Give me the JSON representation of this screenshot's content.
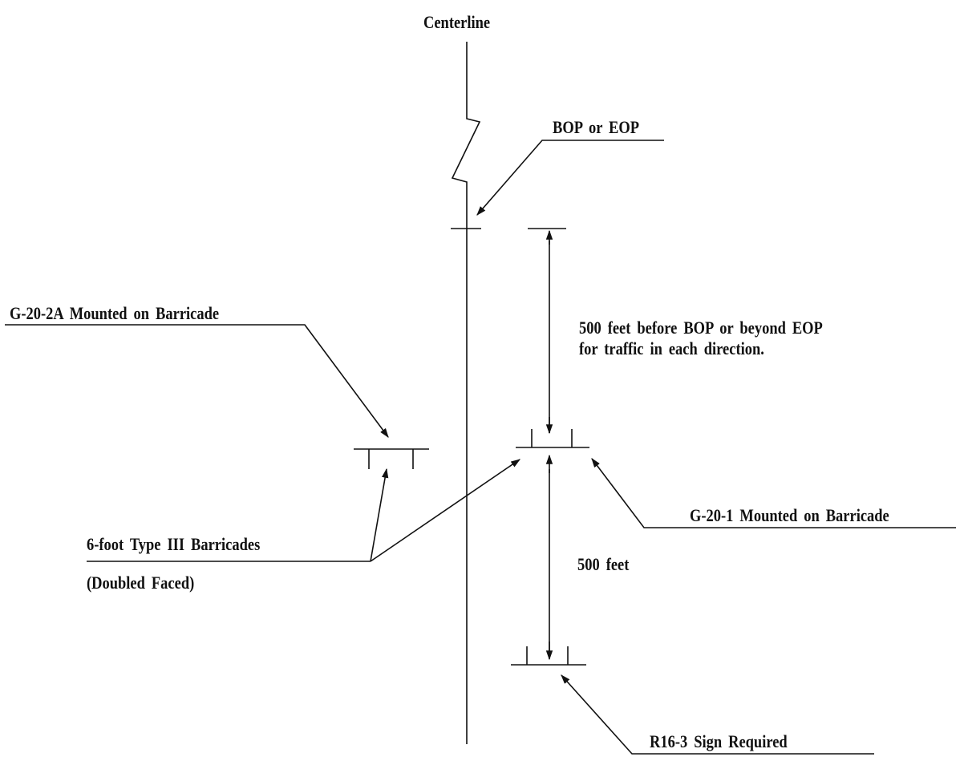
{
  "labels": {
    "centerline": "Centerline",
    "bop_eop": "BOP or EOP",
    "g20_2a": "G-20-2A Mounted on Barricade",
    "distance_note_line1": "500 feet before BOP or beyond EOP",
    "distance_note_line2": "for traffic in each direction.",
    "barricades_line1": "6-foot Type III Barricades",
    "barricades_line2": "(Doubled Faced)",
    "g20_1": "G-20-1 Mounted on Barricade",
    "distance_500": "500 feet",
    "r16_3": "R16-3 Sign Required"
  },
  "colors": {
    "line": "#111111",
    "background": "#ffffff"
  }
}
